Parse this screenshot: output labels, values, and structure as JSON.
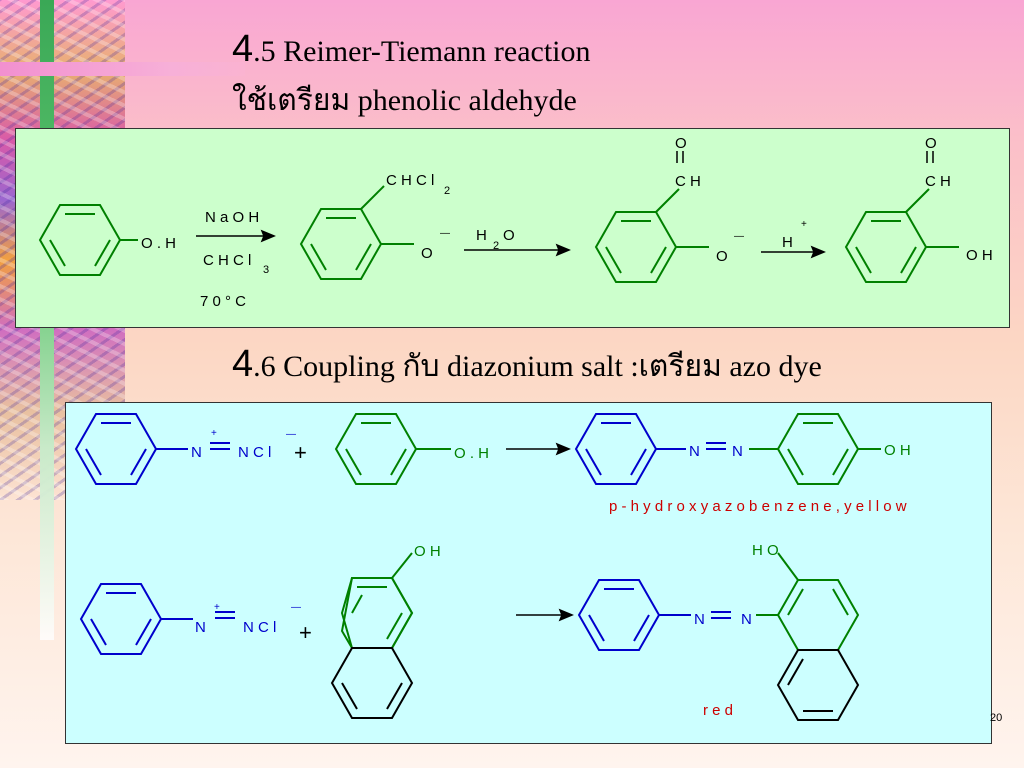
{
  "slide": {
    "heading1": {
      "num": "4",
      "rest": ".5 Reimer-Tiemann reaction"
    },
    "heading1_line2": "ใช้เตรียม phenolic aldehyde",
    "heading2": {
      "num": "4",
      "rest": ".6 Coupling กับ diazonium salt :เตรียม azo dye"
    },
    "page_number": "20"
  },
  "reaction1": {
    "reagent_top": "N a O H",
    "reagent_bottom": "C H C l",
    "reagent_bottom_sub": "3",
    "conditions": "7 0  ° C",
    "phenol_oh": "O . H",
    "intermediate_chcl2": "C H C l",
    "intermediate_chcl2_sub": "2",
    "phenoxide_o": "O",
    "minus": "—",
    "water": "H",
    "water_sub": "2",
    "water_o": "O",
    "aldehyde_o": "O",
    "aldehyde_ch": "C H",
    "acid_h": "H",
    "plus": "+",
    "product_oh": "O H"
  },
  "reaction2": {
    "n": "N",
    "ncl": "N C l",
    "minus": "—",
    "plus_charge": "+",
    "plus": "+",
    "phenol_oh": "O . H",
    "product_oh": "O H",
    "product_label": "p - h y d r o x y a z o b e n z e n e ,  y e l l o w"
  },
  "reaction3": {
    "n": "N",
    "ncl": "N C l",
    "minus": "—",
    "plus_charge": "+",
    "plus": "+",
    "naphthol_oh": "O H",
    "product_ho": "H O",
    "product_label": "r e d"
  },
  "colors": {
    "panel1_bg": "#ccffcc",
    "panel2_bg": "#ccffff",
    "ring_green": "#008000",
    "ring_blue": "#0000cc",
    "label_red": "#cc0000",
    "text_dark": "#000000"
  }
}
